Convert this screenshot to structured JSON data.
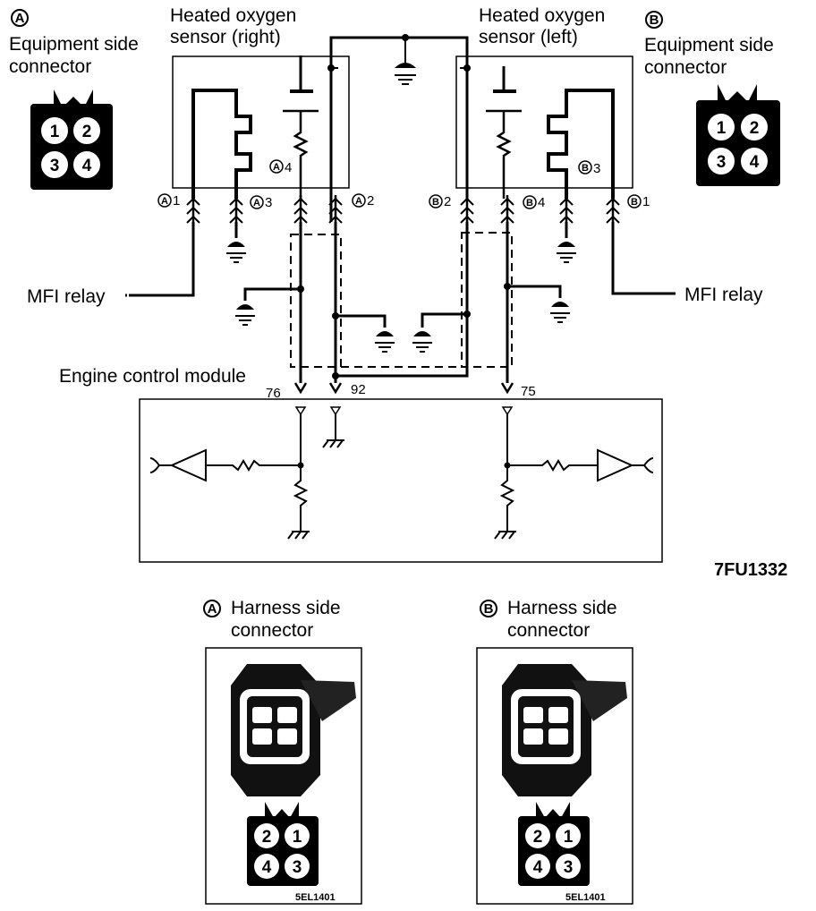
{
  "connector_a_equipment": {
    "letter": "A",
    "line1": "Equipment side",
    "line2": "connector",
    "pins": [
      "1",
      "2",
      "3",
      "4"
    ]
  },
  "connector_b_equipment": {
    "letter": "B",
    "line1": "Equipment side",
    "line2": "connector",
    "pins": [
      "1",
      "2",
      "3",
      "4"
    ]
  },
  "sensor_right": {
    "line1": "Heated oxygen",
    "line2": "sensor (right)"
  },
  "sensor_left": {
    "line1": "Heated oxygen",
    "line2": "sensor (left)"
  },
  "pins_a": {
    "a1": "1",
    "a2": "2",
    "a3": "3",
    "a4": "4",
    "letter": "A"
  },
  "pins_b": {
    "b1": "1",
    "b2": "2",
    "b3": "3",
    "b4": "4",
    "letter": "B"
  },
  "mfi_left": "MFI relay",
  "mfi_right": "MFI relay",
  "ecm": {
    "label": "Engine control module",
    "pin76": "76",
    "pin92": "92",
    "pin75": "75"
  },
  "figure_code": "7FU1332",
  "harness_a": {
    "letter": "A",
    "line1": "Harness side",
    "line2": "connector",
    "pins": [
      "2",
      "1",
      "4",
      "3"
    ],
    "code": "5EL1401"
  },
  "harness_b": {
    "letter": "B",
    "line1": "Harness side",
    "line2": "connector",
    "pins": [
      "2",
      "1",
      "4",
      "3"
    ],
    "code": "5EL1401"
  }
}
